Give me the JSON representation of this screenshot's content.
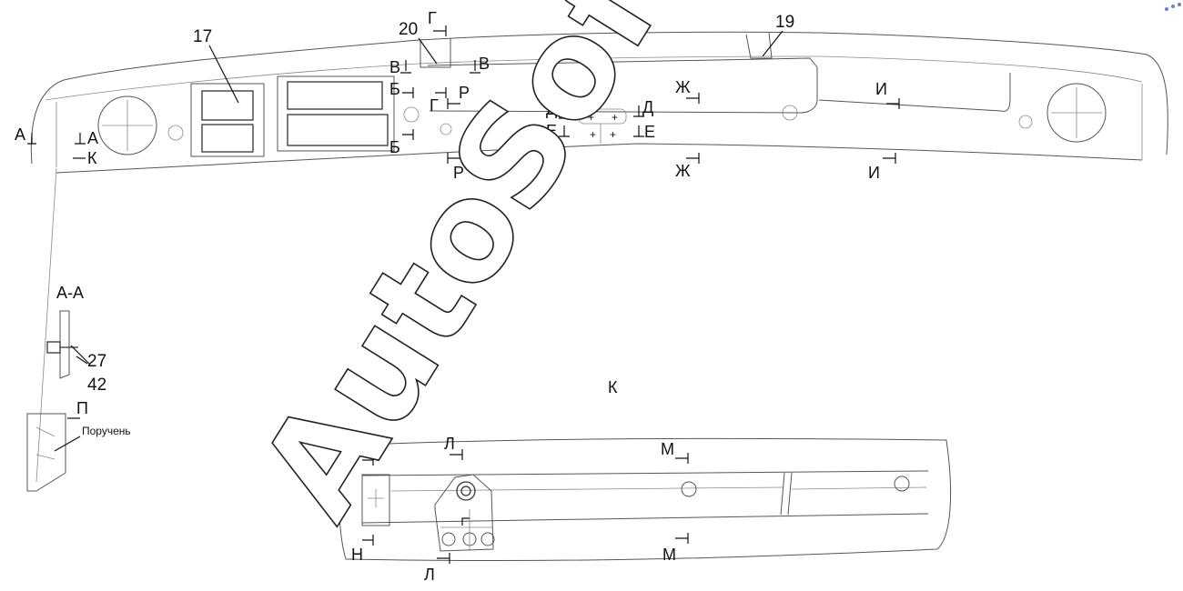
{
  "callouts": {
    "n17": "17",
    "n20": "20",
    "n19": "19",
    "n27": "27",
    "n42": "42"
  },
  "section_marks": {
    "A": "А",
    "K": "К",
    "V": "В",
    "B": "Б",
    "G": "Г",
    "R": "Р",
    "D": "Д",
    "E": "Е",
    "Zh": "Ж",
    "I": "И",
    "N": "Н",
    "L": "Л",
    "M": "М",
    "P": "П"
  },
  "views": {
    "section_aa": "А-А",
    "view_k": "К"
  },
  "annotations": {
    "handrail": "Поручень"
  },
  "watermark": {
    "text": "AutoSoft"
  }
}
